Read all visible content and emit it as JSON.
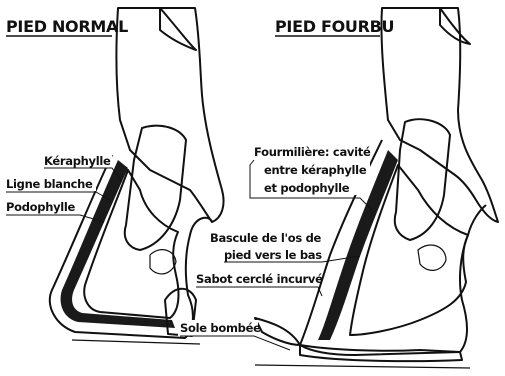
{
  "panels": {
    "normal": {
      "title": "PIED NORMAL",
      "labels": [
        "Kéraphylle",
        "Ligne blanche",
        "Podophylle"
      ]
    },
    "founder": {
      "title": "PIED FOURBU",
      "labels": [
        "Fourmilière: cavité",
        "entre kéraphylle",
        "et podophylle",
        "Bascule de l'os de",
        "pied vers le bas",
        "Sabot cerclé incurvé",
        "Sole bombée"
      ]
    }
  },
  "colors": {
    "ink": "#111111",
    "paper": "#ffffff",
    "shade": "#b8b8b8",
    "dark": "#1a1a1a"
  }
}
